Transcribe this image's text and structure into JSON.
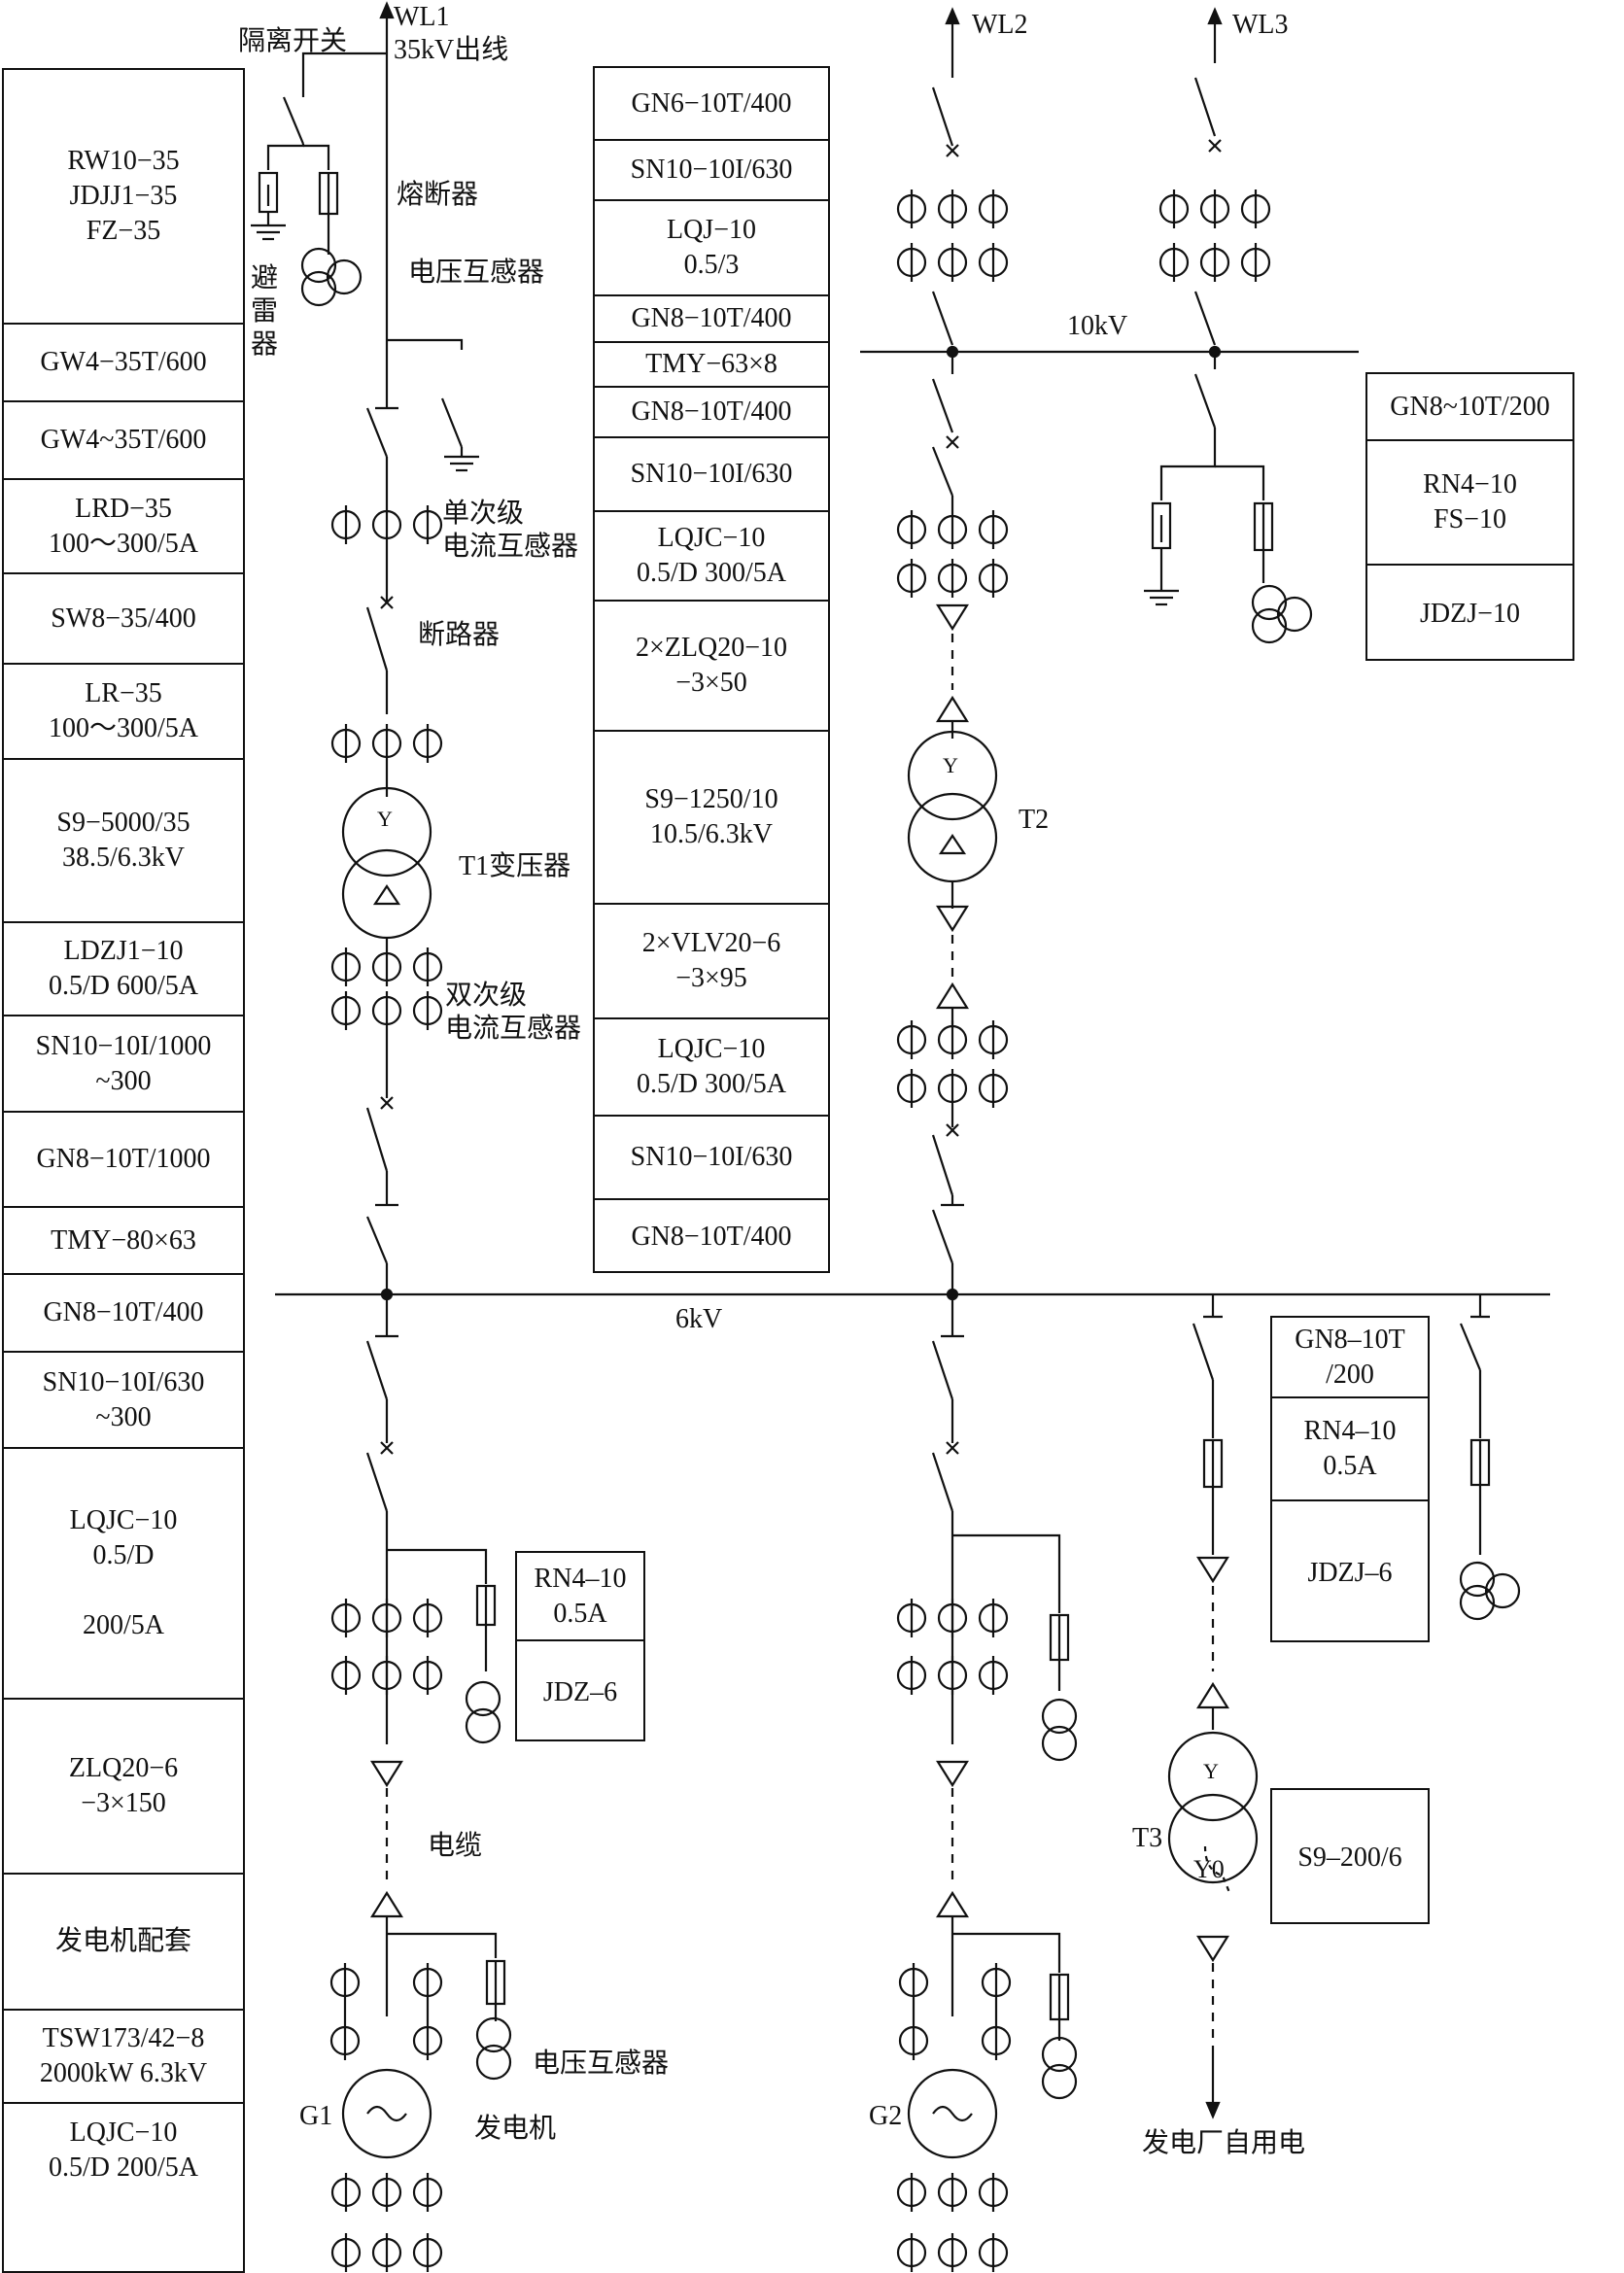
{
  "left_table": [
    "RW10−35\nJDJJ1−35\nFZ−35",
    "GW4−35T/600",
    "GW4~35T/600",
    "LRD−35\n100～300/5A",
    "SW8−35/400",
    "LR−35\n100～300/5A",
    "S9−5000/35\n38.5/6.3kV",
    "LDZJ1−10\n0.5/D  600/5A",
    "SN10−10I/1000\n~300",
    "GN8−10T/1000",
    "TMY−80×63",
    "GN8−10T/400",
    "SN10−10I/630\n~300",
    "LQJC−10\n0.5/D\n\n200/5A",
    "ZLQ20−6\n−3×150",
    "发电机配套",
    "TSW173/42−8\n2000kW 6.3kV",
    "LQJC−10\n0.5/D 200/5A"
  ],
  "center_table": [
    "GN6−10T/400",
    "SN10−10I/630",
    "LQJ−10\n0.5/3",
    "GN8−10T/400",
    "TMY−63×8",
    "GN8−10T/400",
    "SN10−10I/630",
    "LQJC−10\n0.5/D 300/5A",
    "2×ZLQ20−10\n−3×50",
    "S9−1250/10\n10.5/6.3kV",
    "2×VLV20−6\n−3×95",
    "LQJC−10\n0.5/D 300/5A",
    "SN10−10I/630",
    "GN8−10T/400"
  ],
  "right_table_top": [
    "GN8~10T/200",
    "RN4−10\nFS−10",
    "JDZJ−10"
  ],
  "right_table_mid": [
    "GN8–10T\n/200",
    "RN4–10\n0.5A",
    "JDZJ–6"
  ],
  "g1_pt_table": [
    "RN4–10\n0.5A",
    "JDZ–6"
  ],
  "t3_table": [
    "S9–200/6"
  ],
  "labels": {
    "isolator": "隔离开关",
    "wl1": "WL1",
    "wl1_desc": "35kV出线",
    "fuse": "熔断器",
    "pt_top": "电压互感器",
    "arrester": "避\n雷\n器",
    "ct_single": "单次级\n电流互感器",
    "breaker": "断路器",
    "t1": "T1变压器",
    "ct_double": "双次级\n电流互感器",
    "wl2": "WL2",
    "wl3": "WL3",
    "bus_10kv": "10kV",
    "t2": "T2",
    "bus_6kv": "6kV",
    "cable": "电缆",
    "t3": "T3",
    "t3_y0": "Y0",
    "g1": "G1",
    "g2": "G2",
    "generator": "发电机",
    "pt_gen": "电压互感器",
    "station_use": "发电厂自用电"
  }
}
